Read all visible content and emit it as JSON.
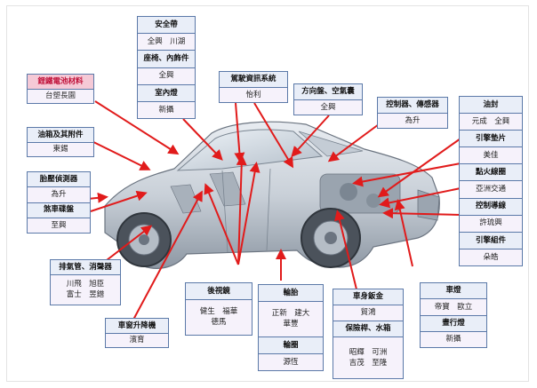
{
  "colors": {
    "arrow": "#e11b1b",
    "border": "#5b79a8",
    "header_bg": "#e9eef8",
    "detail_bg": "#f6f2fb",
    "highlight_bg": "#f5c9d6",
    "highlight_text": "#c0123a"
  },
  "labels": {
    "battery": {
      "title": "鋰鐵電池材料",
      "companies": "台塑長園"
    },
    "safety": {
      "title": "安全帶",
      "companies": "全興　川湖"
    },
    "seat": {
      "title": "座椅、內飾件",
      "companies": "全興"
    },
    "interior_light": {
      "title": "室內燈",
      "companies": "新攝"
    },
    "driver_info": {
      "title": "駕駛資訊系統",
      "companies": "怡利"
    },
    "steering": {
      "title": "方向盤、空氣囊",
      "companies": "全興"
    },
    "controller": {
      "title": "控制器、傳感器",
      "companies": "為升"
    },
    "fuel_tank": {
      "title": "油箱及其附件",
      "companies": "東錫"
    },
    "tire_pressure": {
      "title": "胎壓偵測器",
      "companies": "為升"
    },
    "brake": {
      "title": "煞車碟盤",
      "companies": "至興"
    },
    "exhaust": {
      "title": "排氣管、消聲器",
      "companies": "川飛　旭臣\n富士　昱鐠"
    },
    "window": {
      "title": "車窗升降機",
      "companies": "濱育"
    },
    "rear_view": {
      "title": "後視鏡",
      "companies": "健生　福華\n德馬"
    },
    "wheel_hub": {
      "title": "輪胎",
      "companies": "正新　建大\n華豐"
    },
    "wheel": {
      "title": "輪圈",
      "companies": "源恆"
    },
    "body_panel": {
      "title": "車身鈑金",
      "companies": "貿鴻"
    },
    "bumper": {
      "title": "保險桿、水箱",
      "companies": "昭輝　可洲\n吉茂　至隆"
    },
    "lamps": {
      "title": "車燈",
      "companies": "帝寶　歐立"
    },
    "daytime_lamp": {
      "title": "晝行燈",
      "companies": "新攝"
    },
    "oil_seal": {
      "title": "油封",
      "companies": "元成　全興"
    },
    "engine_gasket": {
      "title": "引擎墊片",
      "companies": "美佳"
    },
    "ignition_coil": {
      "title": "點火線圈",
      "companies": "亞洲交通"
    },
    "control_cable": {
      "title": "控制導線",
      "companies": "許琉興"
    },
    "engine_parts": {
      "title": "引擎組件",
      "companies": "朵皓"
    }
  }
}
